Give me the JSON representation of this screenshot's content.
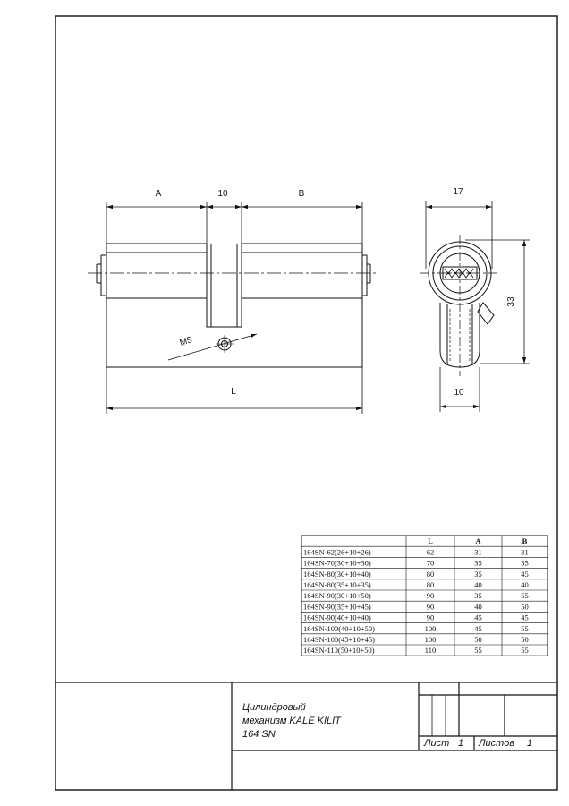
{
  "drawing": {
    "dimensions": {
      "a": "A",
      "ten_top": "10",
      "b": "B",
      "m5": "M5",
      "l": "L",
      "width_17": "17",
      "height_33": "33",
      "ten_bottom": "10"
    }
  },
  "spec_table": {
    "headers": [
      "",
      "L",
      "A",
      "B"
    ],
    "rows": [
      [
        "164SN-62(26+10+26)",
        "62",
        "31",
        "31"
      ],
      [
        "164SN-70(30+10+30)",
        "70",
        "35",
        "35"
      ],
      [
        "164SN-80(30+10+40)",
        "80",
        "35",
        "45"
      ],
      [
        "164SN-80(35+10+35)",
        "80",
        "40",
        "40"
      ],
      [
        "164SN-90(30+10+50)",
        "90",
        "35",
        "55"
      ],
      [
        "164SN-90(35+10+45)",
        "90",
        "40",
        "50"
      ],
      [
        "164SN-90(40+10+40)",
        "90",
        "45",
        "45"
      ],
      [
        "164SN-100(40+10+50)",
        "100",
        "45",
        "55"
      ],
      [
        "164SN-100(45+10+45)",
        "100",
        "50",
        "50"
      ],
      [
        "164SN-110(50+10+50)",
        "110",
        "55",
        "55"
      ]
    ]
  },
  "title_block": {
    "title_line1": "Цилиндровый",
    "title_line2": "механизм KALE KILIT",
    "title_line3": "164 SN",
    "sheet_label": "Лист",
    "sheet_value": "1",
    "sheets_label": "Листов",
    "sheets_value": "1"
  }
}
